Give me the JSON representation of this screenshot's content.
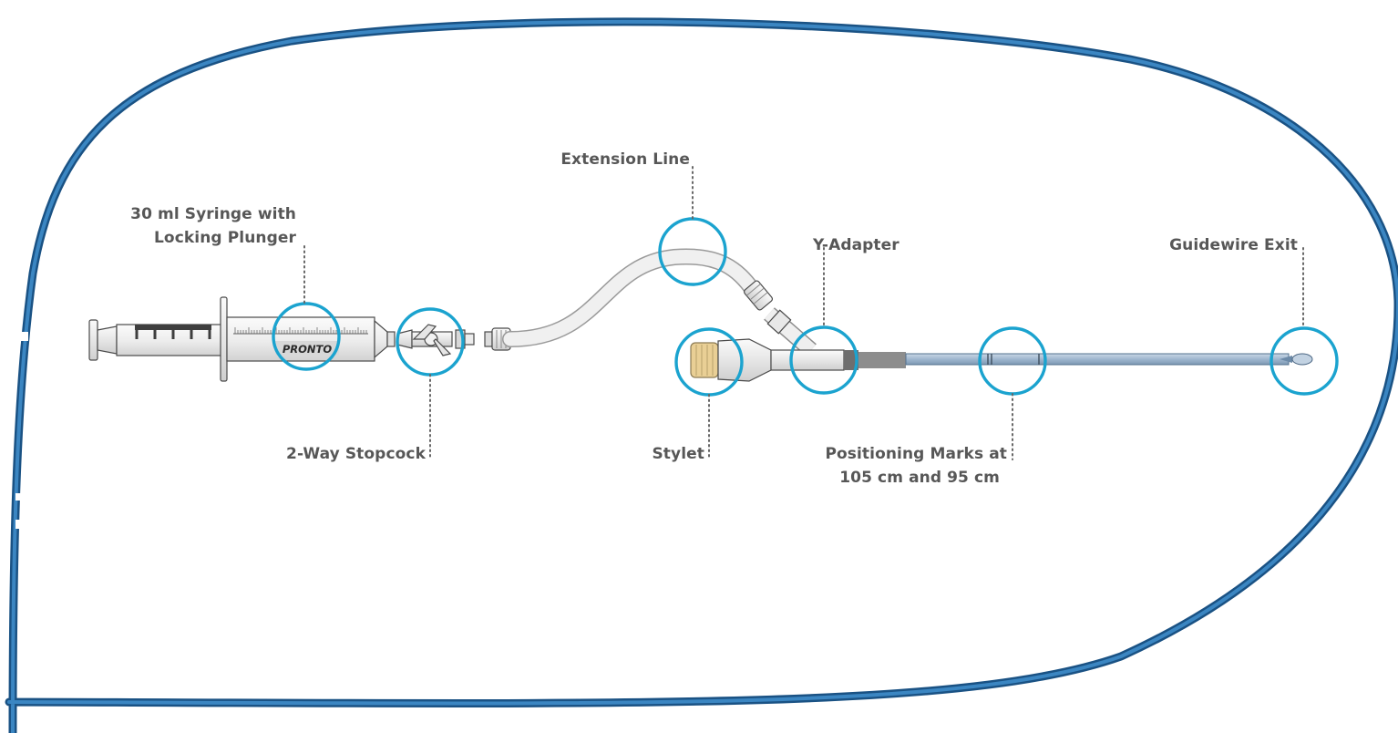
{
  "colors": {
    "catheter_blue": "#1e5f96",
    "callout_ring": "#1ba3cf",
    "label_text": "#575757",
    "hub_yellow": "#e8c98a"
  },
  "brand_mark": "PRONTO",
  "callouts": {
    "syringe": {
      "lines": [
        "30 ml Syringe with",
        "Locking Plunger"
      ]
    },
    "extension": {
      "lines": [
        "Extension Line"
      ]
    },
    "y_adapter": {
      "lines": [
        "Y-Adapter"
      ]
    },
    "guidewire": {
      "lines": [
        "Guidewire Exit"
      ]
    },
    "stopcock": {
      "lines": [
        "2-Way Stopcock"
      ]
    },
    "stylet": {
      "lines": [
        "Stylet"
      ]
    },
    "positioning": {
      "lines": [
        "Positioning Marks at",
        "105 cm and 95 cm"
      ]
    }
  }
}
